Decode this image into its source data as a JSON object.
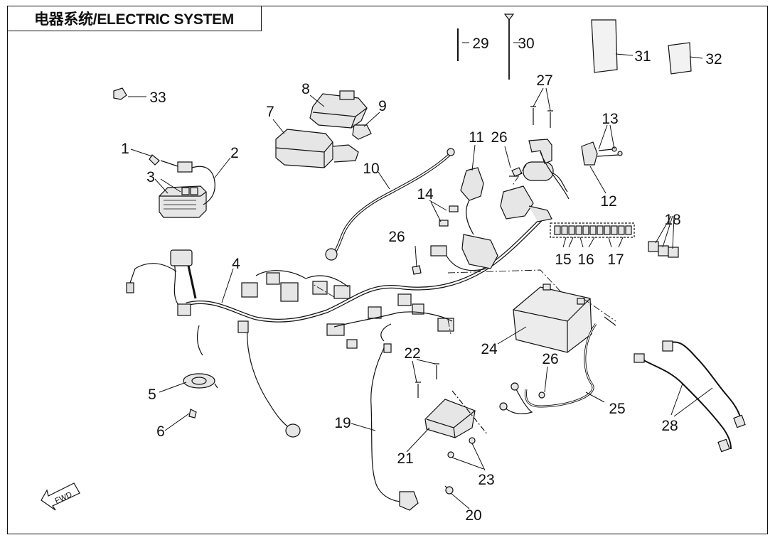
{
  "title": "电器系统/ELECTRIC SYSTEM",
  "fwd_label": "FWD",
  "callouts": {
    "c1": "1",
    "c2": "2",
    "c3": "3",
    "c4": "4",
    "c5": "5",
    "c6": "6",
    "c7": "7",
    "c8": "8",
    "c9": "9",
    "c10": "10",
    "c11": "11",
    "c12": "12",
    "c13": "13",
    "c14": "14",
    "c15": "15",
    "c16": "16",
    "c17": "17",
    "c18": "18",
    "c19": "19",
    "c20": "20",
    "c21": "21",
    "c22": "22",
    "c23": "23",
    "c24": "24",
    "c25": "25",
    "c26a": "26",
    "c26b": "26",
    "c26c": "26",
    "c27": "27",
    "c28": "28",
    "c29": "29",
    "c30": "30",
    "c31": "31",
    "c32": "32",
    "c33": "33"
  },
  "colors": {
    "line": "#111111",
    "part_fill": "#e6e6e6",
    "background": "#ffffff"
  }
}
